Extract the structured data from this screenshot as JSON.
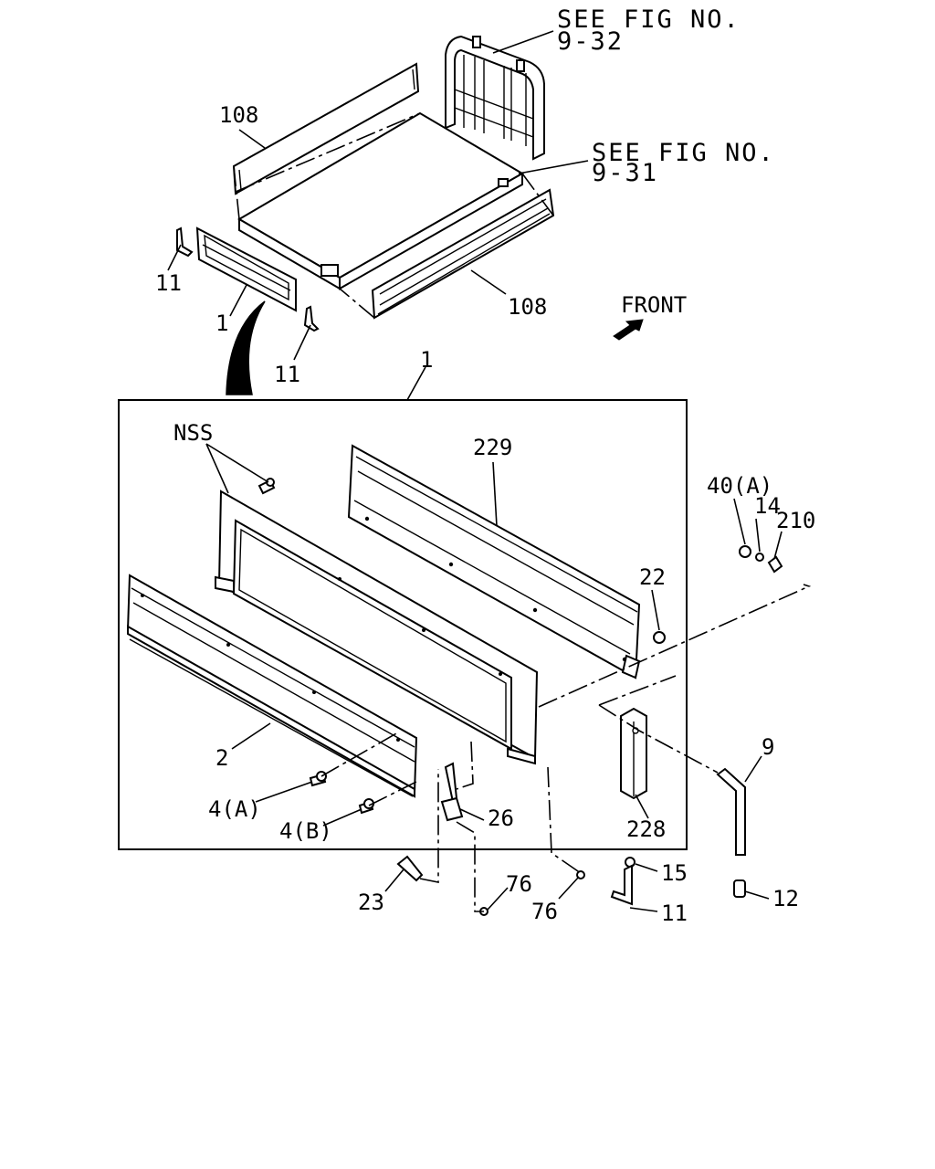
{
  "diagram": {
    "callouts": {
      "see_fig_a_line1": "SEE FIG NO.",
      "see_fig_a_line2": "9-32",
      "see_fig_b_line1": "SEE FIG NO.",
      "see_fig_b_line2": "9-31",
      "front": "FRONT"
    },
    "labels": {
      "p108_top": "108",
      "p108_bottom": "108",
      "p11_left": "11",
      "p1_small": "1",
      "p11_mid": "11",
      "p1_box": "1",
      "nss": "NSS",
      "p229": "229",
      "p40a": "40(A)",
      "p14": "14",
      "p210": "210",
      "p22": "22",
      "p9": "9",
      "p2": "2",
      "p4a": "4(A)",
      "p4b": "4(B)",
      "p26": "26",
      "p228": "228",
      "p15": "15",
      "p23": "23",
      "p76_a": "76",
      "p76_b": "76",
      "p11_bottom": "11",
      "p12": "12"
    }
  }
}
